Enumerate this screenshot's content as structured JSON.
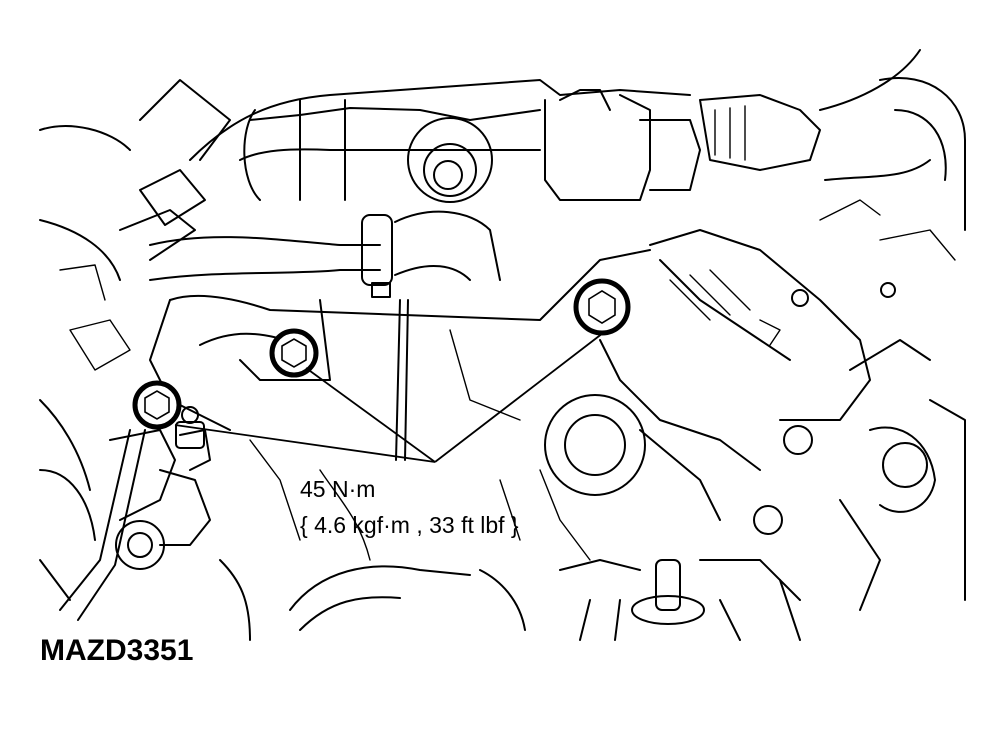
{
  "diagram": {
    "torque_line1": "45 N·m",
    "torque_line2": "{ 4.6 kgf·m , 33 ft lbf }",
    "figure_id": "MAZD3351"
  }
}
